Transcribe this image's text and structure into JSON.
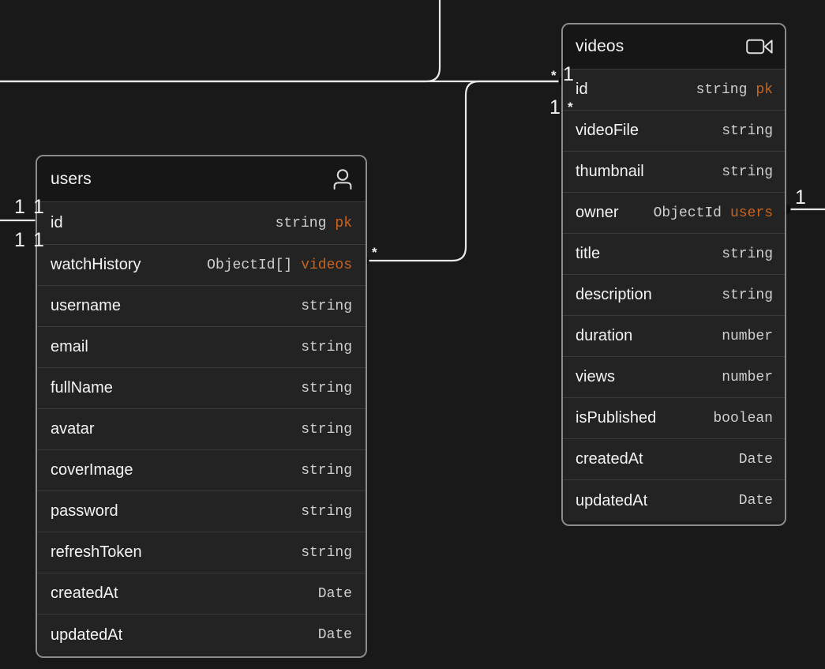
{
  "diagram": {
    "type": "entity-relationship-diagram",
    "background_color": "#191919",
    "accent_color": "#c8641e",
    "line_color": "#e8e8e8"
  },
  "entities": [
    {
      "key": "users",
      "title": "users",
      "icon": "person-icon",
      "fields": [
        {
          "name": "id",
          "type": "string",
          "ref": "pk",
          "has_ref": true
        },
        {
          "name": "watchHistory",
          "type": "ObjectId[]",
          "ref": "videos",
          "has_ref": true
        },
        {
          "name": "username",
          "type": "string",
          "ref": "",
          "has_ref": false
        },
        {
          "name": "email",
          "type": "string",
          "ref": "",
          "has_ref": false
        },
        {
          "name": "fullName",
          "type": "string",
          "ref": "",
          "has_ref": false
        },
        {
          "name": "avatar",
          "type": "string",
          "ref": "",
          "has_ref": false
        },
        {
          "name": "coverImage",
          "type": "string",
          "ref": "",
          "has_ref": false
        },
        {
          "name": "password",
          "type": "string",
          "ref": "",
          "has_ref": false
        },
        {
          "name": "refreshToken",
          "type": "string",
          "ref": "",
          "has_ref": false
        },
        {
          "name": "createdAt",
          "type": "Date",
          "ref": "",
          "has_ref": false
        },
        {
          "name": "updatedAt",
          "type": "Date",
          "ref": "",
          "has_ref": false
        }
      ]
    },
    {
      "key": "videos",
      "title": "videos",
      "icon": "video-camera-icon",
      "fields": [
        {
          "name": "id",
          "type": "string",
          "ref": "pk",
          "has_ref": true
        },
        {
          "name": "videoFile",
          "type": "string",
          "ref": "",
          "has_ref": false
        },
        {
          "name": "thumbnail",
          "type": "string",
          "ref": "",
          "has_ref": false
        },
        {
          "name": "owner",
          "type": "ObjectId",
          "ref": "users",
          "has_ref": true
        },
        {
          "name": "title",
          "type": "string",
          "ref": "",
          "has_ref": false
        },
        {
          "name": "description",
          "type": "string",
          "ref": "",
          "has_ref": false
        },
        {
          "name": "duration",
          "type": "number",
          "ref": "",
          "has_ref": false
        },
        {
          "name": "views",
          "type": "number",
          "ref": "",
          "has_ref": false
        },
        {
          "name": "isPublished",
          "type": "boolean",
          "ref": "",
          "has_ref": false
        },
        {
          "name": "createdAt",
          "type": "Date",
          "ref": "",
          "has_ref": false
        },
        {
          "name": "updatedAt",
          "type": "Date",
          "ref": "",
          "has_ref": false
        }
      ]
    }
  ],
  "cardinalities": [
    {
      "id": "users-id-left-outer",
      "label": "1",
      "kind": "one"
    },
    {
      "id": "users-id-left-inner",
      "label": "1",
      "kind": "one"
    },
    {
      "id": "users-watch-left-outer",
      "label": "1",
      "kind": "one"
    },
    {
      "id": "users-watch-left-inner",
      "label": "1",
      "kind": "one"
    },
    {
      "id": "users-watch-right-many",
      "label": "*",
      "kind": "many"
    },
    {
      "id": "videos-id-left-many",
      "label": "*",
      "kind": "many"
    },
    {
      "id": "videos-id-left-one",
      "label": "1",
      "kind": "one"
    },
    {
      "id": "videos-below-id-one",
      "label": "1",
      "kind": "one"
    },
    {
      "id": "videos-below-id-many",
      "label": "*",
      "kind": "many"
    },
    {
      "id": "videos-owner-right-one",
      "label": "1",
      "kind": "one"
    }
  ]
}
